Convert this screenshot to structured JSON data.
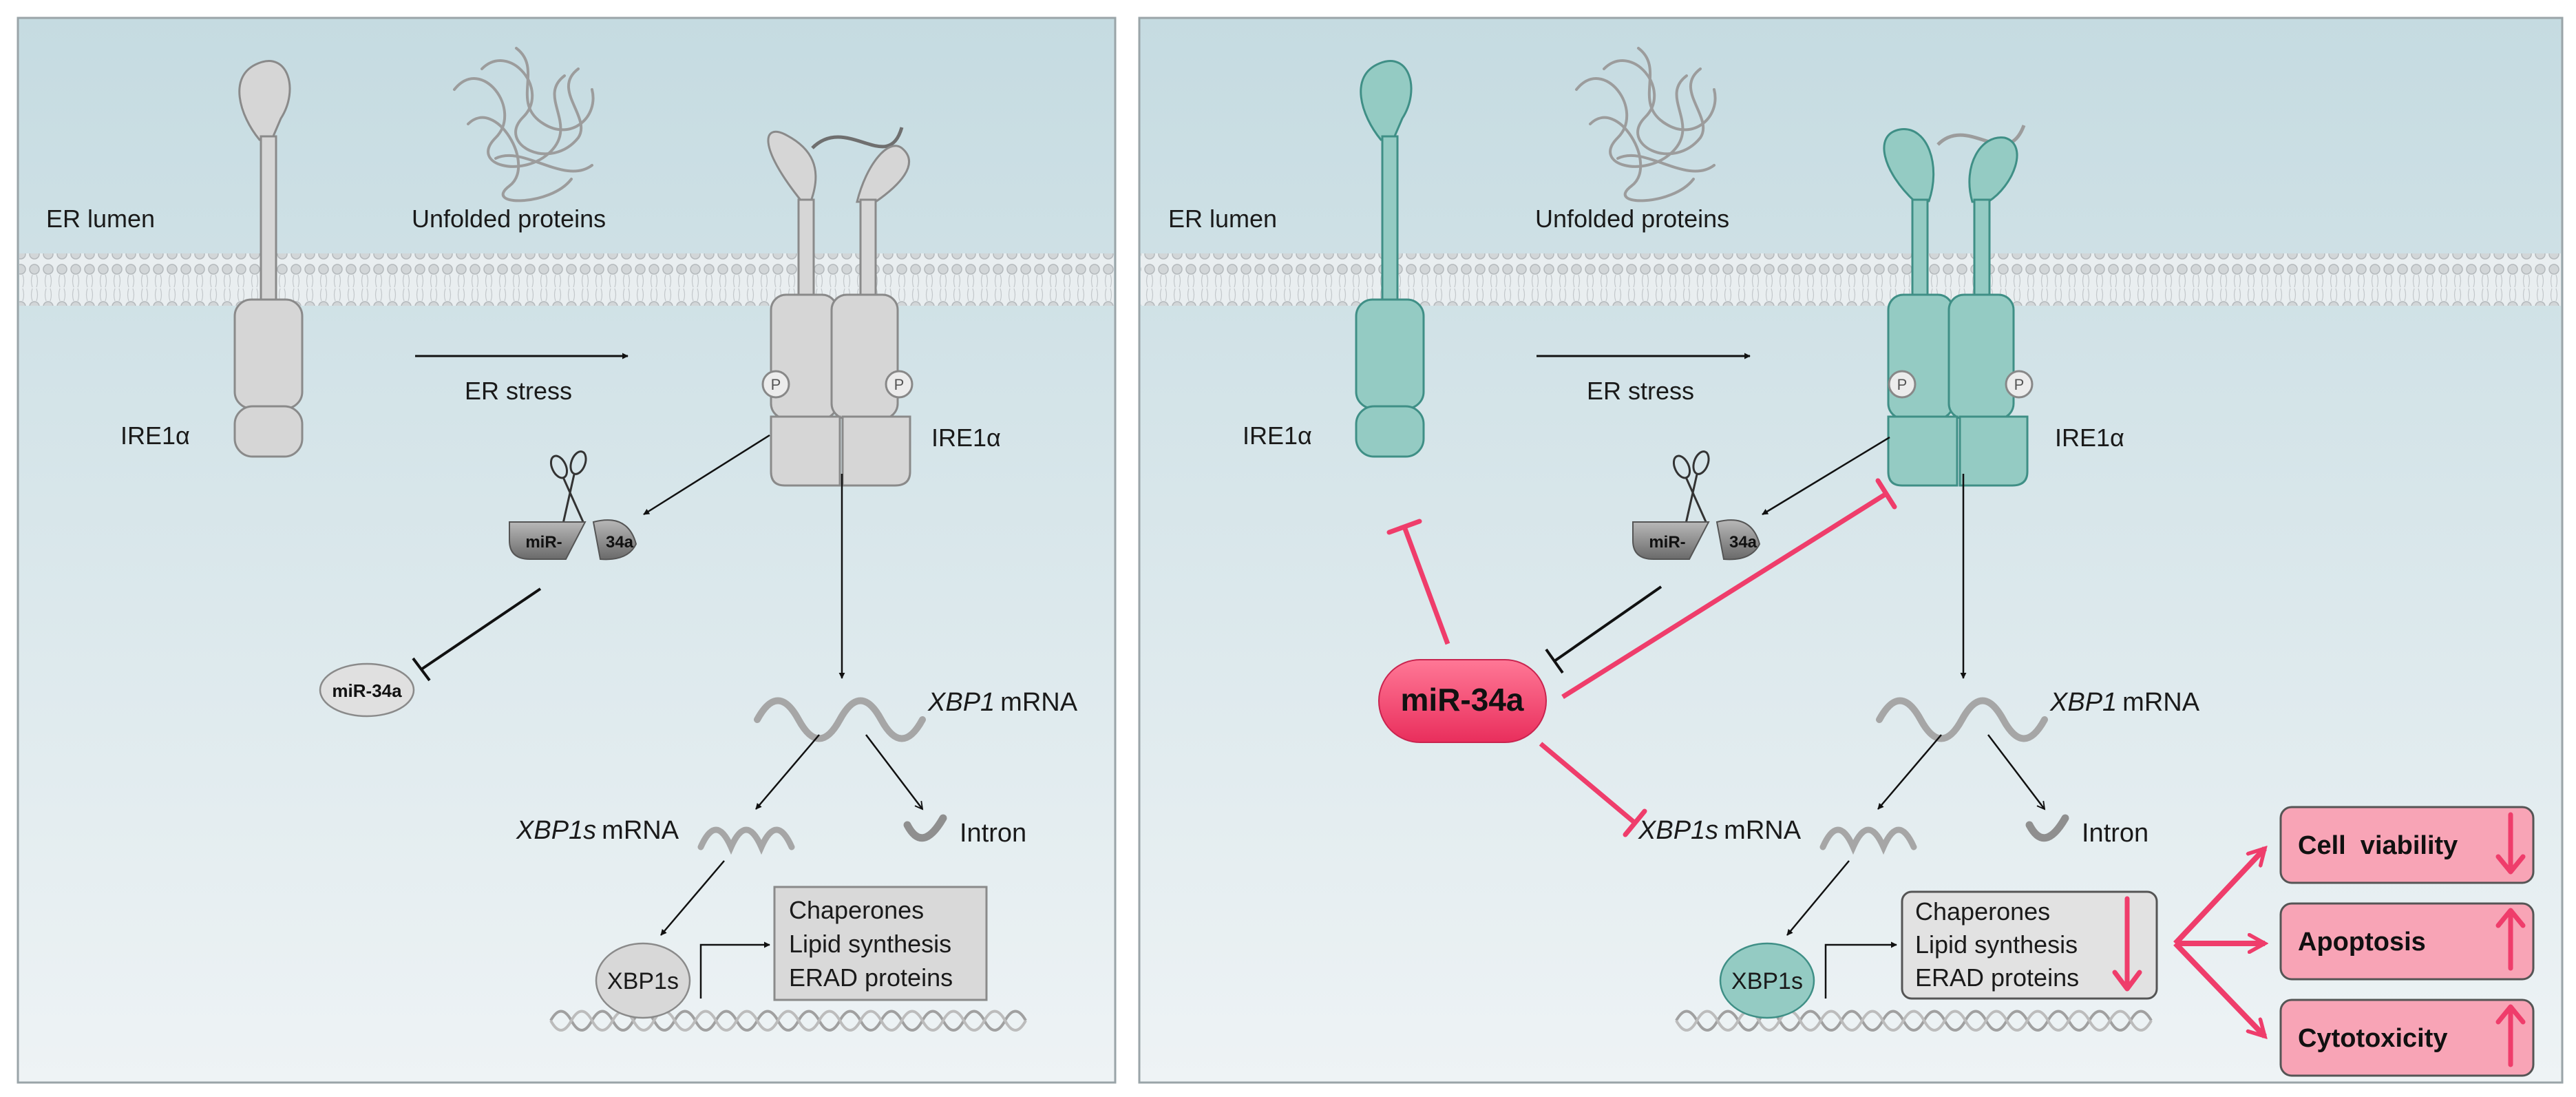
{
  "colors": {
    "panel_top": "#c5dbe1",
    "panel_bottom": "#eef3f5",
    "receptor_grey": "#d6d6d6",
    "receptor_teal": "#94cbc3",
    "accent_pink": "#ef3d6b",
    "box_pink": "#f8a4b6",
    "mirna_grey": "#8a8a8a"
  },
  "left": {
    "er_lumen": "ER lumen",
    "unfolded_proteins": "Unfolded proteins",
    "ire1a_monomer": "IRE1α",
    "ire1a_dimer": "IRE1α",
    "er_stress": "ER stress",
    "phospho_left": "P",
    "phospho_right": "P",
    "cleaved_mir_left": "miR-",
    "cleaved_mir_right": "34a",
    "mir34a_small": "miR-34a",
    "xbp1_gene": "XBP1",
    "xbp1_mrna": "mRNA",
    "xbp1s_gene": "XBP1s",
    "xbp1s_mrna": "mRNA",
    "intron": "Intron",
    "xbp1s_protein": "XBP1s",
    "targets": [
      "Chaperones",
      "Lipid synthesis",
      "ERAD proteins"
    ]
  },
  "right": {
    "er_lumen": "ER lumen",
    "unfolded_proteins": "Unfolded proteins",
    "ire1a_monomer": "IRE1α",
    "ire1a_dimer": "IRE1α",
    "er_stress": "ER stress",
    "phospho_left": "P",
    "phospho_right": "P",
    "cleaved_mir_left": "miR-",
    "cleaved_mir_right": "34a",
    "mir34a_big": "miR-34a",
    "xbp1_gene": "XBP1",
    "xbp1_mrna": "mRNA",
    "xbp1s_gene": "XBP1s",
    "xbp1s_mrna": "mRNA",
    "intron": "Intron",
    "xbp1s_protein": "XBP1s",
    "targets": [
      "Chaperones",
      "Lipid synthesis",
      "ERAD proteins"
    ],
    "outcomes": [
      {
        "label": "Cell  viability",
        "direction": "down"
      },
      {
        "label": "Apoptosis",
        "direction": "up"
      },
      {
        "label": "Cytotoxicity",
        "direction": "up"
      }
    ]
  }
}
